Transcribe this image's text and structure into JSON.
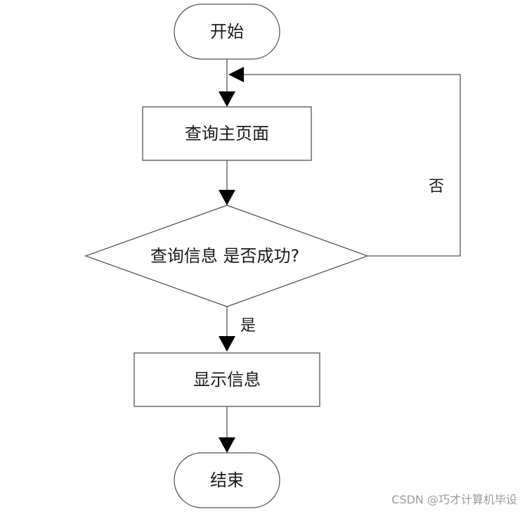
{
  "nodes": {
    "start": "开始",
    "query_main": "查询主页面",
    "decision": "查询信息 是否成功?",
    "show_info": "显示信息",
    "end": "结束"
  },
  "edges": {
    "yes": "是",
    "no": "否"
  },
  "watermark": "CSDN @巧才计算机毕设",
  "colors": {
    "line": "#555555",
    "arrow": "#000000",
    "text": "#1a1a1a",
    "watermark": "#9a9a9a"
  }
}
